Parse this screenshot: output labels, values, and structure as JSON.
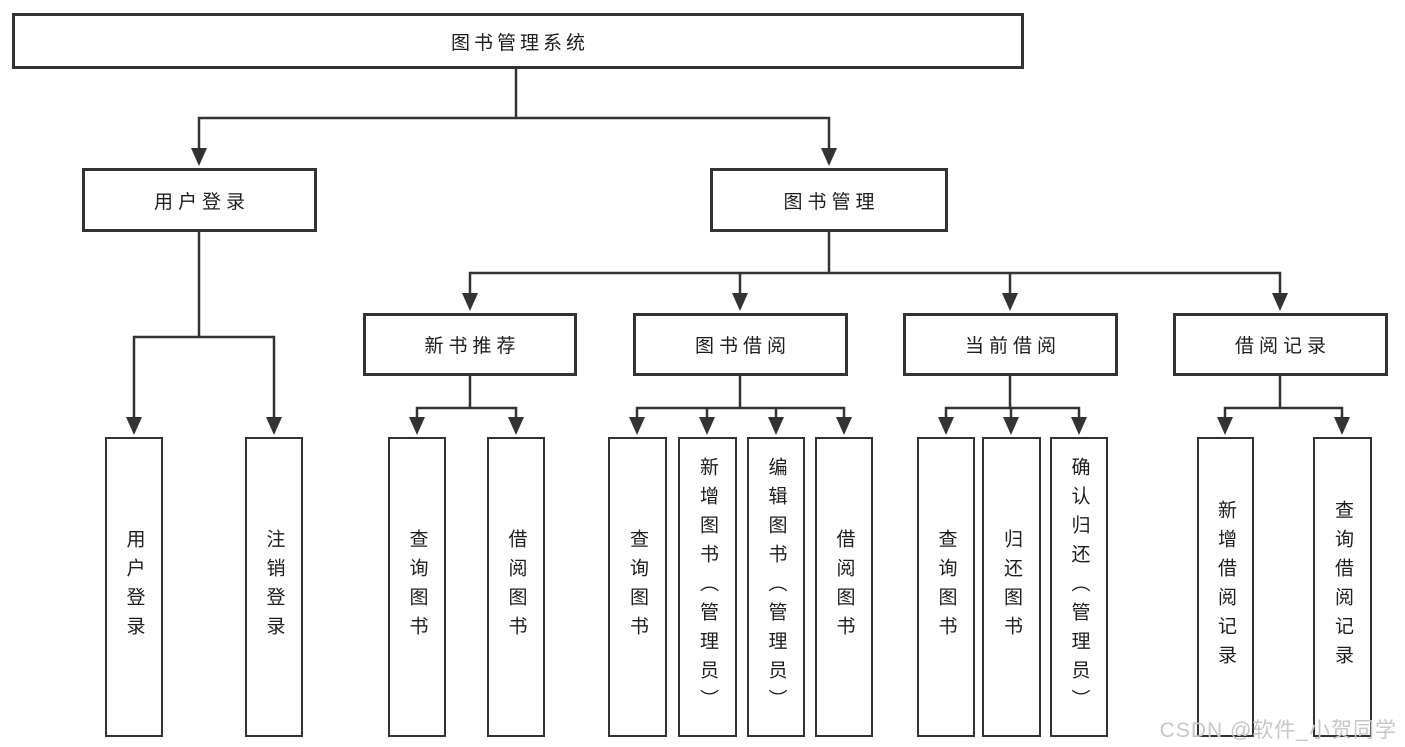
{
  "diagram": {
    "root": {
      "label": "图书管理系统"
    },
    "level2": [
      {
        "key": "user_login",
        "label": "用户登录",
        "parent": "图书管理系统"
      },
      {
        "key": "book_mgmt",
        "label": "图书管理",
        "parent": "图书管理系统"
      }
    ],
    "level3": [
      {
        "key": "new_book_rec",
        "label": "新书推荐",
        "parent": "图书管理"
      },
      {
        "key": "book_borrow",
        "label": "图书借阅",
        "parent": "图书管理"
      },
      {
        "key": "current_borrow",
        "label": "当前借阅",
        "parent": "图书管理"
      },
      {
        "key": "borrow_record",
        "label": "借阅记录",
        "parent": "图书管理"
      }
    ],
    "leaves": [
      {
        "label": "用户登录",
        "parent": "用户登录"
      },
      {
        "label": "注销登录",
        "parent": "用户登录"
      },
      {
        "label": "查询图书",
        "parent": "新书推荐"
      },
      {
        "label": "借阅图书",
        "parent": "新书推荐"
      },
      {
        "label": "查询图书",
        "parent": "图书借阅"
      },
      {
        "label": "新增图书（管理员）",
        "parent": "图书借阅"
      },
      {
        "label": "编辑图书（管理员）",
        "parent": "图书借阅"
      },
      {
        "label": "借阅图书",
        "parent": "图书借阅"
      },
      {
        "label": "查询图书",
        "parent": "当前借阅"
      },
      {
        "label": "归还图书",
        "parent": "当前借阅"
      },
      {
        "label": "确认归还（管理员）",
        "parent": "当前借阅"
      },
      {
        "label": "新增借阅记录",
        "parent": "借阅记录"
      },
      {
        "label": "查询借阅记录",
        "parent": "借阅记录"
      }
    ]
  },
  "watermark": {
    "text": "CSDN @软件_小贺同学"
  },
  "colors": {
    "line": "#333333",
    "box_border": "#333333",
    "text": "#1d1d1d",
    "watermark": "#c6c6c6",
    "background": "#ffffff"
  }
}
